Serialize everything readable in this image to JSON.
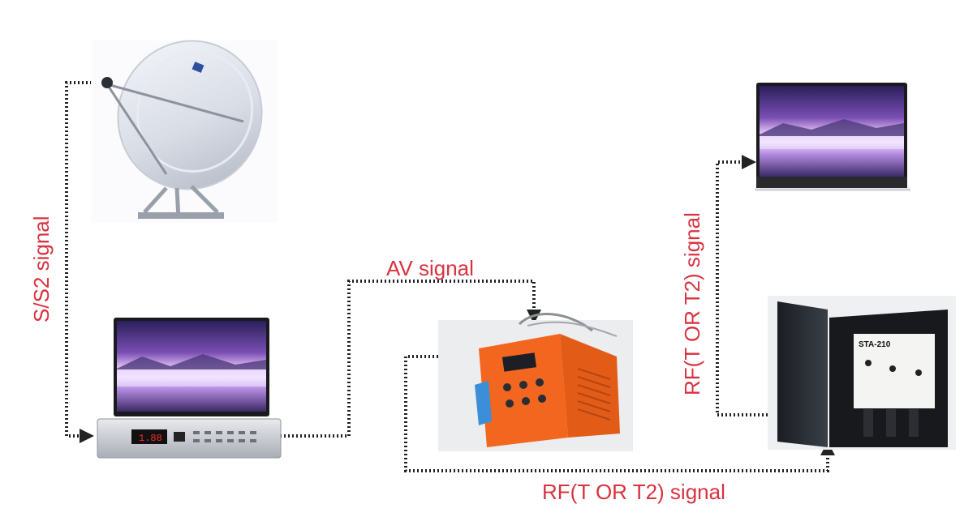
{
  "labels": {
    "s_s2": "S/S2 signal",
    "av": "AV signal",
    "rf_bottom": "RF(T OR T2) signal",
    "rf_vertical": "RF(T OR T2) signal"
  },
  "devices": {
    "receiver_display": "1.88",
    "amplifier_model": "STA-210"
  },
  "colors": {
    "label": "#d9323f",
    "connector": "#222222",
    "modulator": "#f2661f"
  }
}
